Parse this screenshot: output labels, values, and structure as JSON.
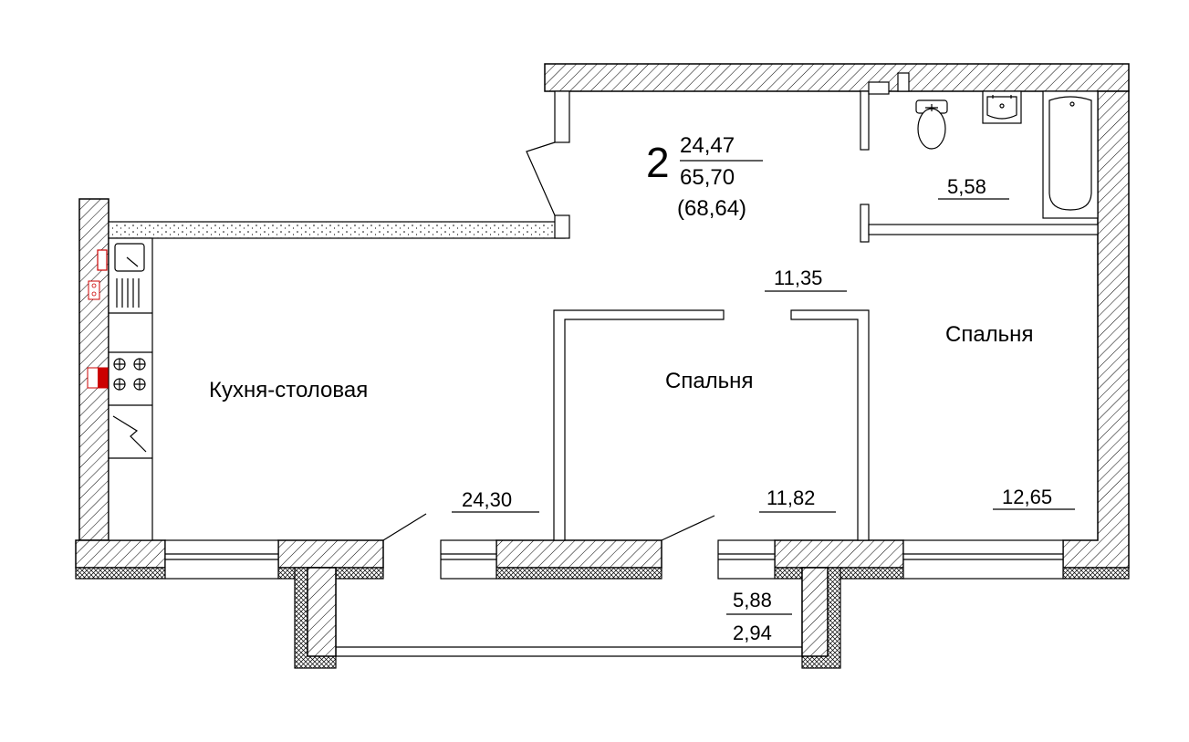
{
  "apartment": {
    "rooms_count": "2",
    "living_area": "24,47",
    "total_area": "65,70",
    "total_area_with_balcony": "(68,64)"
  },
  "rooms": {
    "kitchen": {
      "name": "Кухня-столовая",
      "area": "24,30"
    },
    "bedroom_center": {
      "name": "Спальня",
      "area": "11,82"
    },
    "bedroom_right": {
      "name": "Спальня",
      "area": "12,65"
    },
    "hallway": {
      "area": "11,35"
    },
    "bathroom": {
      "area": "5,58"
    },
    "balcony": {
      "area": "5,88",
      "area_reduced": "2,94"
    }
  }
}
